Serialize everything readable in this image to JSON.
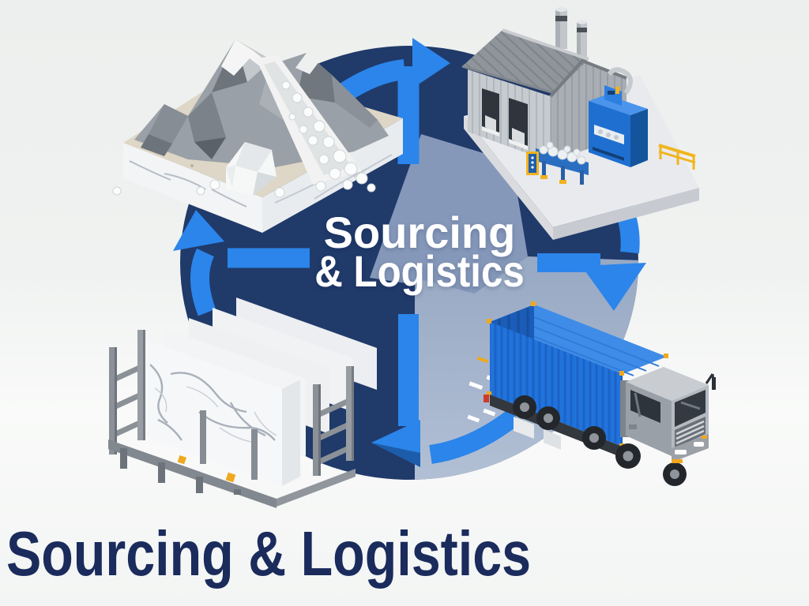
{
  "diagram": {
    "center_label": {
      "line1": "Sourcing",
      "line2": "& Logistics"
    },
    "caption": "Sourcing & Logistics",
    "icons": [
      "quarry-icon",
      "factory-icon",
      "container-truck-icon",
      "marble-slabs-icon"
    ],
    "colors": {
      "accent_blue": "#2b85ea",
      "circle_dark": "#203a6a",
      "circle_medium": "#8598ba",
      "circle_light_top": "#97a8c3",
      "circle_light_bottom": "#b2c0d5",
      "caption_navy": "#1a2b5c",
      "center_text": "#ffffff",
      "background": "#eff1f0"
    }
  }
}
